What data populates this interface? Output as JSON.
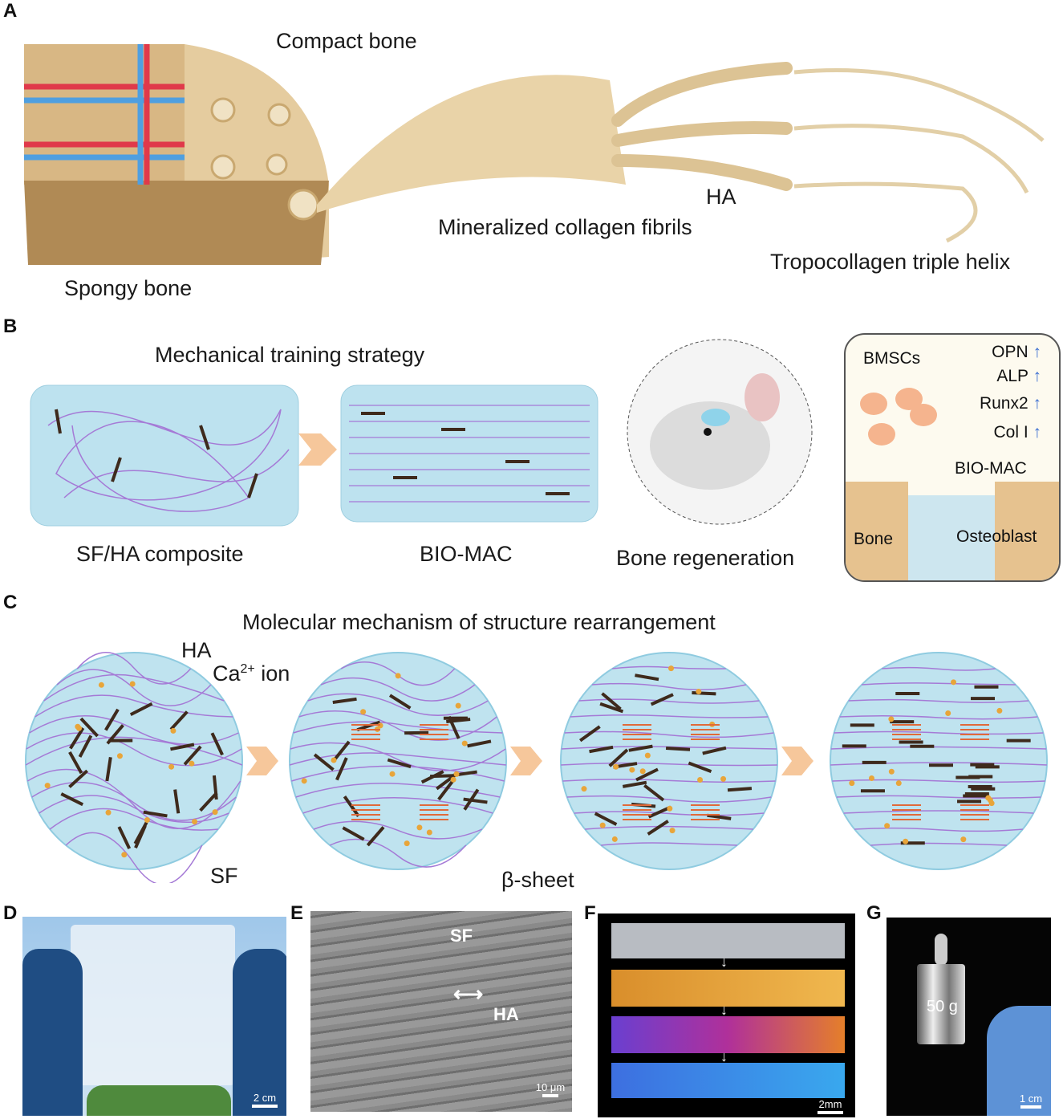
{
  "panels": {
    "a": {
      "letter": "A",
      "compact_bone": "Compact bone",
      "spongy_bone": "Spongy bone",
      "ha": "HA",
      "fibrils": "Mineralized collagen fibrils",
      "helix": "Tropocollagen triple helix"
    },
    "b": {
      "letter": "B",
      "title": "Mechanical training strategy",
      "composite": "SF/HA composite",
      "biomac": "BIO-MAC",
      "regeneration": "Bone regeneration",
      "inset": {
        "bmscs": "BMSCs",
        "markers": [
          "OPN",
          "ALP",
          "Runx2",
          "Col I"
        ],
        "biomac": "BIO-MAC",
        "bone": "Bone",
        "osteoblast": "Osteoblast"
      }
    },
    "c": {
      "letter": "C",
      "title": "Molecular mechanism of structure rearrangement",
      "ha": "HA",
      "ca_ion": "Ca",
      "ca_sup": "2+",
      "ion": " ion",
      "sf": "SF",
      "beta": "β-sheet"
    },
    "d": {
      "letter": "D",
      "scale": "2 cm"
    },
    "e": {
      "letter": "E",
      "sf": "SF",
      "ha": "HA",
      "scale": "10 μm"
    },
    "f": {
      "letter": "F",
      "scale": "2mm"
    },
    "g": {
      "letter": "G",
      "weight": "50 g",
      "scale": "1 cm"
    }
  },
  "colors": {
    "gel": "#bfe3ef",
    "fiber": "#a57ad6",
    "rod": "#3e2a1c",
    "dot": "#e8a53a",
    "bone": "#e6c28f",
    "arrow": "#f6c79b",
    "up_arrow": "#3d6fd1"
  }
}
